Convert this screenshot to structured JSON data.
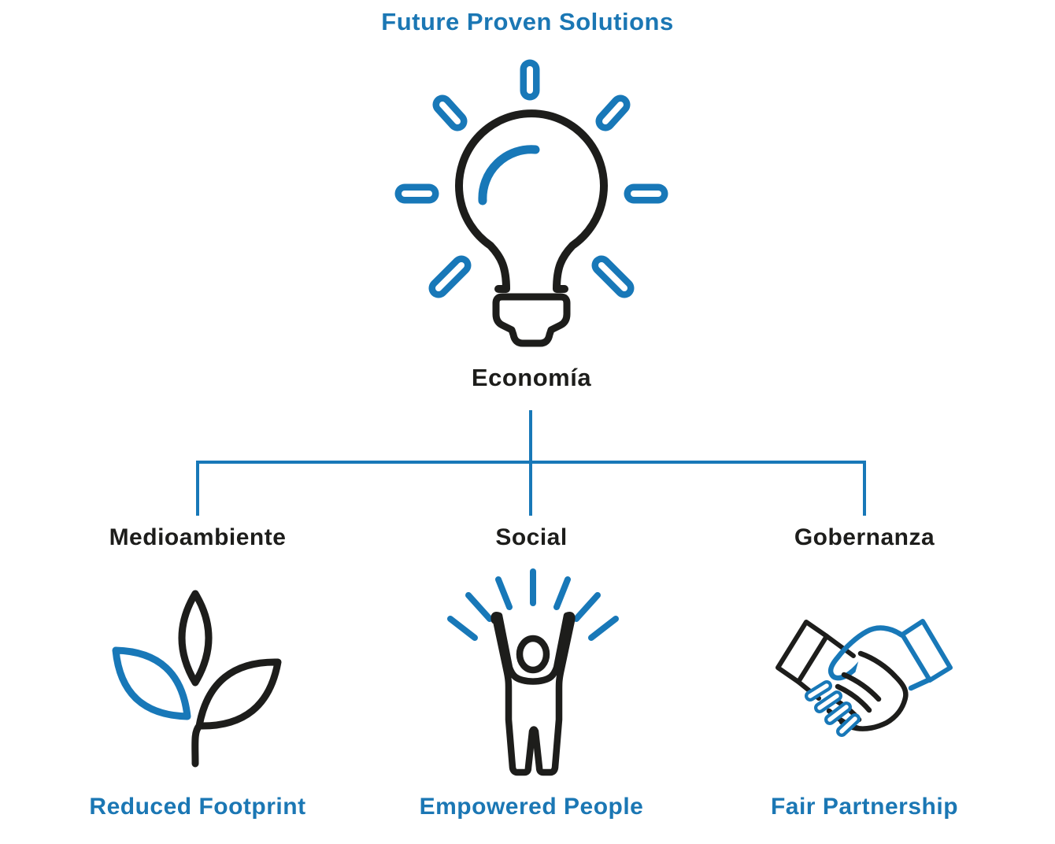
{
  "title": "Future Proven Solutions",
  "root": {
    "label": "Economía",
    "icon": "lightbulb-idea-icon"
  },
  "branches": [
    {
      "label": "Medioambiente",
      "icon": "seedling-leaves-icon",
      "value": "Reduced Footprint"
    },
    {
      "label": "Social",
      "icon": "empowered-person-icon",
      "value": "Empowered People"
    },
    {
      "label": "Gobernanza",
      "icon": "handshake-icon",
      "value": "Fair Partnership"
    }
  ],
  "colors": {
    "accent_blue": "#1878b8",
    "text_blue": "#1b77b4",
    "ink_black": "#1d1d1b"
  }
}
